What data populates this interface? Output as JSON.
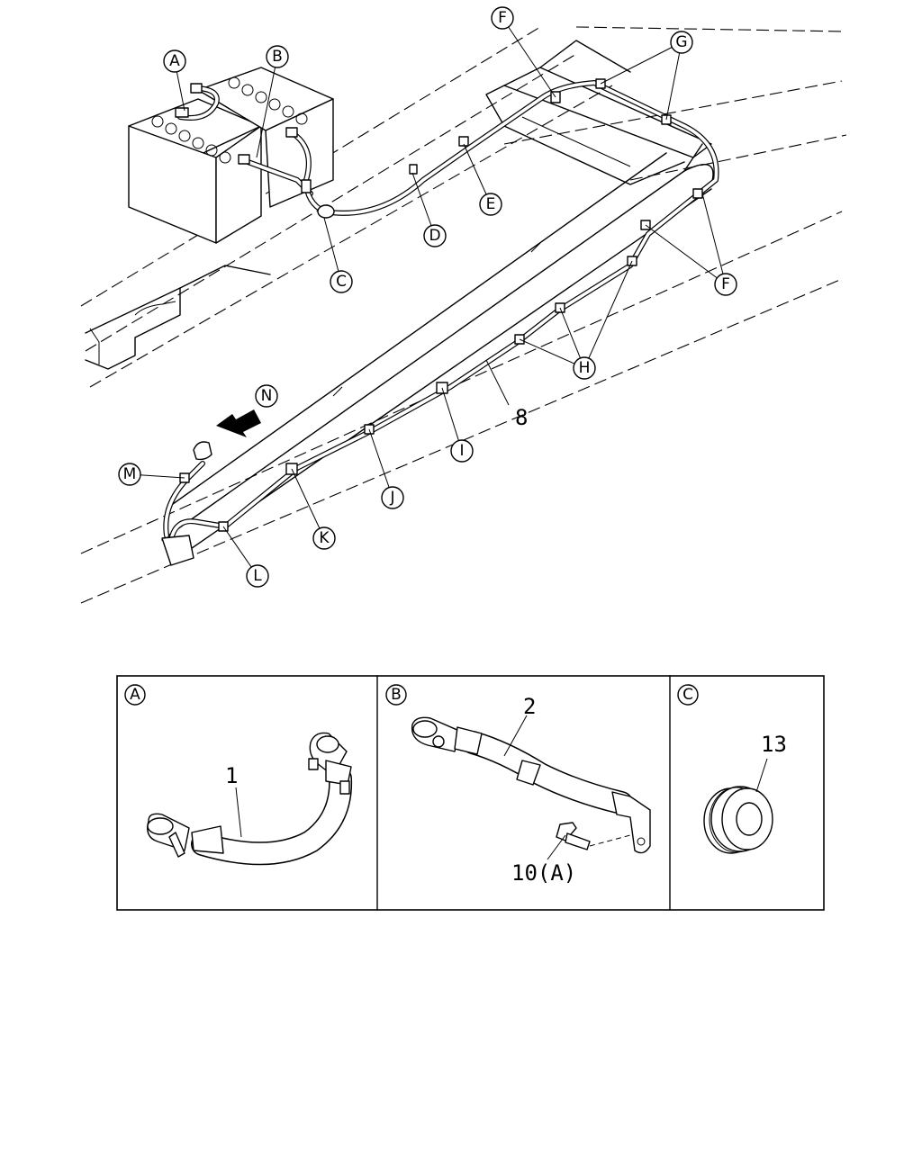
{
  "callouts": {
    "a": "A",
    "b": "B",
    "c": "C",
    "d": "D",
    "e": "E",
    "f_top": "F",
    "f_right": "F",
    "g": "G",
    "h": "H",
    "i": "I",
    "j": "J",
    "k": "K",
    "l": "L",
    "m": "M",
    "n": "N"
  },
  "part_numbers": {
    "main_cable": "8"
  },
  "panels": [
    {
      "label": "A",
      "part": "1"
    },
    {
      "label": "B",
      "part": "2",
      "bolt": "10(A)"
    },
    {
      "label": "C",
      "part": "13"
    }
  ]
}
